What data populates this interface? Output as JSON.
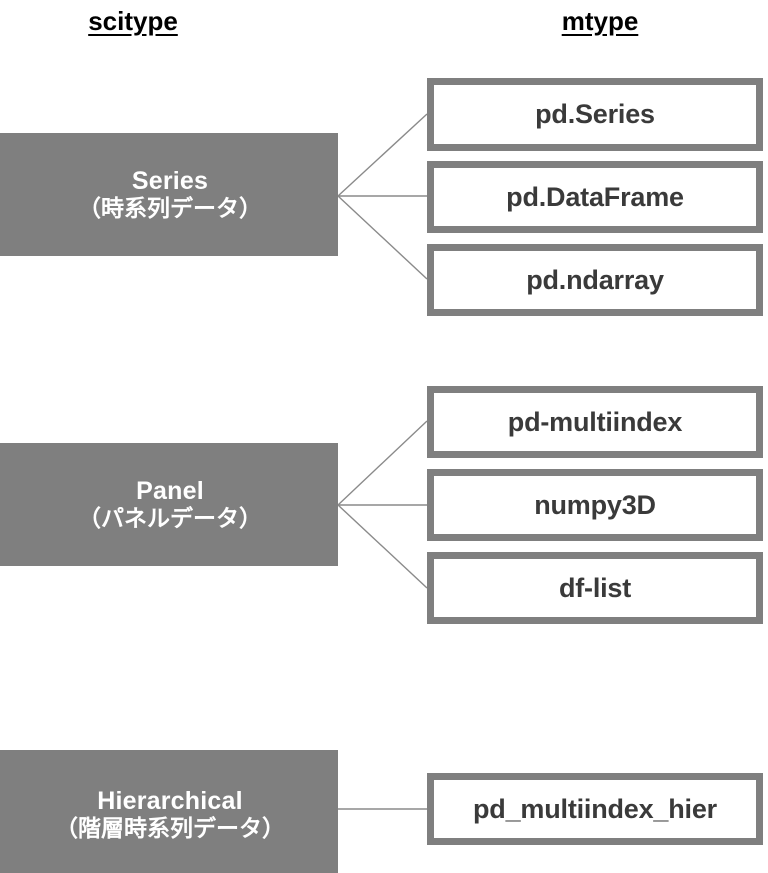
{
  "headers": {
    "left": "scitype",
    "right": "mtype"
  },
  "groups": [
    {
      "scitype": {
        "title": "Series",
        "subtitle": "（時系列データ）"
      },
      "mtypes": [
        {
          "label": "pd.Series"
        },
        {
          "label": "pd.DataFrame"
        },
        {
          "label": "pd.ndarray"
        }
      ]
    },
    {
      "scitype": {
        "title": "Panel",
        "subtitle": "（パネルデータ）"
      },
      "mtypes": [
        {
          "label": "pd-multiindex"
        },
        {
          "label": "numpy3D"
        },
        {
          "label": "df-list"
        }
      ]
    },
    {
      "scitype": {
        "title": "Hierarchical",
        "subtitle": "（階層時系列データ）"
      },
      "mtypes": [
        {
          "label": "pd_multiindex_hier"
        }
      ]
    }
  ],
  "colors": {
    "scitype_fill": "#7f7f7f",
    "scitype_text": "#ffffff",
    "mtype_border": "#7f7f7f",
    "mtype_text": "#3a3a3a",
    "connector": "#8a8a8a",
    "background": "#ffffff"
  }
}
